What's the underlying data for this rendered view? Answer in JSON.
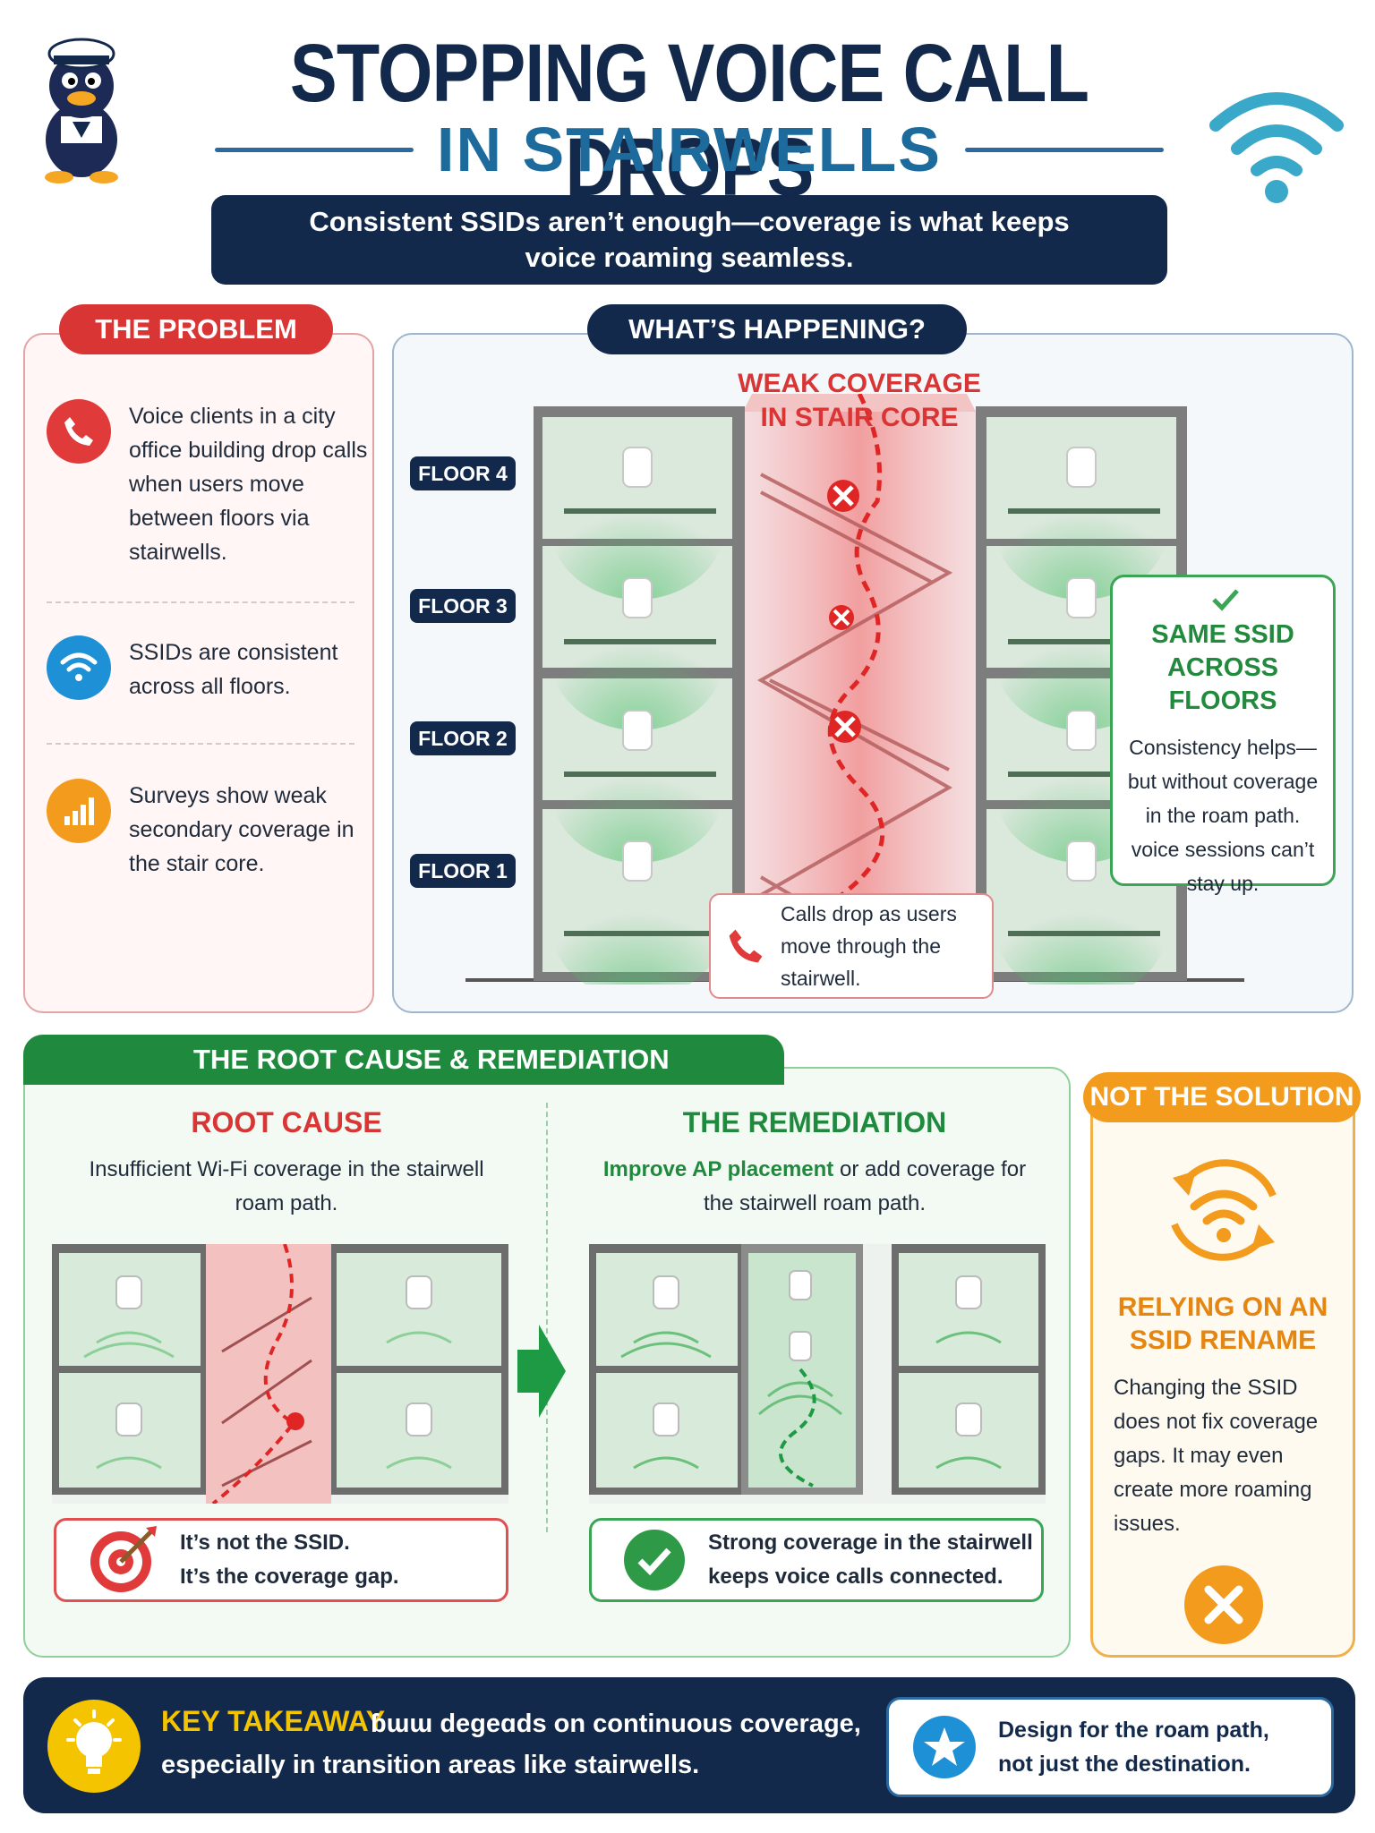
{
  "header": {
    "title": "STOPPING VOICE CALL DROPS",
    "subtitle": "IN STAIRWELLS",
    "tagline_line1": "Consistent SSIDs aren’t enough—coverage is what keeps",
    "tagline_line2": "voice roaming seamless."
  },
  "problem": {
    "tab": "THE PROBLEM",
    "items": [
      {
        "icon": "phone-icon",
        "text": "Voice clients in a city office building drop calls when users move between floors via stairwells."
      },
      {
        "icon": "wifi-icon",
        "text": "SSIDs are consistent across all floors."
      },
      {
        "icon": "signal-bars-icon",
        "text": "Surveys show weak secondary coverage in the stair core."
      }
    ]
  },
  "happening": {
    "tab": "WHAT’S HAPPENING?",
    "floors": [
      "FLOOR 4",
      "FLOOR 3",
      "FLOOR 2",
      "FLOOR 1"
    ],
    "weak_line1": "WEAK COVERAGE",
    "weak_line2": "IN STAIR CORE",
    "same_ssid_title_line1": "SAME SSID",
    "same_ssid_title_line2": "ACROSS FLOORS",
    "same_ssid_body": "Consistency helps—but without coverage in the roam path. voice sessions can’t stay up.",
    "calls_drop": "Calls drop as users move through the stairwell."
  },
  "root": {
    "tab": "THE ROOT CAUSE & REMEDIATION",
    "cause_title": "ROOT CAUSE",
    "cause_body": "Insufficient Wi-Fi coverage in the stairwell roam path.",
    "cause_result_line1": "It’s not the SSID.",
    "cause_result_line2": "It’s the coverage gap.",
    "fix_title": "THE REMEDIATION",
    "fix_highlight": "Improve AP placement",
    "fix_body_rest": " or add coverage for the stairwell roam path.",
    "fix_result_line1": "Strong coverage in the stairwell",
    "fix_result_line2": "keeps voice calls connected."
  },
  "not_solution": {
    "tab": "NOT THE SOLUTION",
    "title_line1": "RELYING ON AN",
    "title_line2": "SSID RENAME",
    "body": "Changing the SSID does not fix coverage gaps. It may even create more roaming issues."
  },
  "takeaway": {
    "head": "KEY TAKEAWAY",
    "line1": "ɓɯɯ deɡeɑds on continuous coverage,",
    "line2": "especially in transition areas like stairwells.",
    "box_line1": "Design for the roam path,",
    "box_line2": "not just the destination."
  },
  "colors": {
    "navy": "#13294b",
    "red": "#d93535",
    "green": "#1f8a3d",
    "orange": "#f29b1d",
    "blue": "#1d6b9c"
  }
}
